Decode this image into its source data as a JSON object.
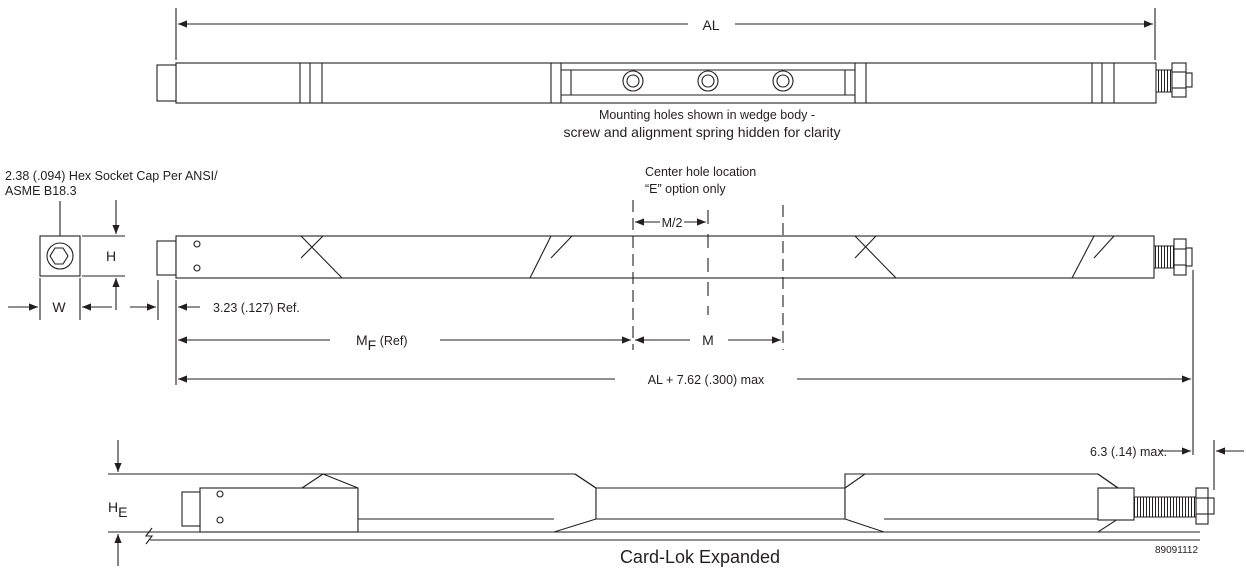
{
  "top_view": {
    "dim_al": "AL",
    "note_line1": "Mounting holes shown in wedge body -",
    "note_line2": "screw and alignment spring hidden for clarity"
  },
  "side_view": {
    "hex_note_line1": "2.38 (.094) Hex Socket Cap Per ANSI/",
    "hex_note_line2": "ASME B18.3",
    "center_hole_line1": "Center hole location",
    "center_hole_line2": "“E” option only",
    "dim_h": "H",
    "dim_w": "W",
    "dim_ref": "3.23 (.127) Ref.",
    "dim_m_half": "M/2",
    "dim_mf_main": "M",
    "dim_mf_sub": "F",
    "dim_mf_suffix": " (Ref)",
    "dim_m": "M",
    "dim_total": "AL + 7.62 (.300) max"
  },
  "expanded_view": {
    "dim_stroke": "6.3 (.14) max.",
    "dim_he_main": "H",
    "dim_he_sub": "E",
    "caption": "Card-Lok Expanded",
    "part_number": "89091112"
  }
}
